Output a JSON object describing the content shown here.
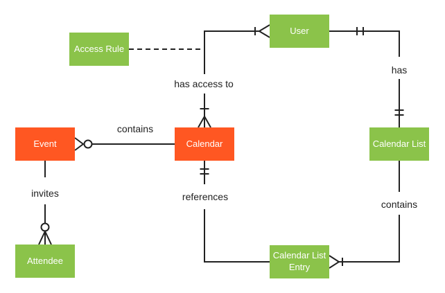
{
  "colors": {
    "entity_orange": "#FF5722",
    "entity_green": "#8BC34A",
    "entity_text": "#FFFFFF",
    "line": "#212121",
    "label_text": "#212121",
    "background": "#FFFFFF"
  },
  "entities": {
    "access_rule": {
      "label": "Access Rule",
      "color": "green"
    },
    "user": {
      "label": "User",
      "color": "green"
    },
    "event": {
      "label": "Event",
      "color": "orange"
    },
    "calendar": {
      "label": "Calendar",
      "color": "orange"
    },
    "calendar_list": {
      "label": "Calendar List",
      "color": "green"
    },
    "attendee": {
      "label": "Attendee",
      "color": "green"
    },
    "calendar_list_entry": {
      "label": "Calendar List Entry",
      "color": "green"
    }
  },
  "relationships": {
    "event_calendar": {
      "label": "contains",
      "from": "Calendar",
      "to": "Event",
      "event_end": "zero-or-many",
      "calendar_end": "none"
    },
    "user_calendar": {
      "label": "has access to",
      "from": "User",
      "to": "Calendar",
      "user_end": "one-or-many",
      "calendar_end": "one-or-many"
    },
    "access_rule_link": {
      "label": "",
      "style": "dashed",
      "from": "Access Rule",
      "attaches_to": "has access to"
    },
    "user_calendar_list": {
      "label": "has",
      "from": "User",
      "to": "Calendar List",
      "user_end": "exactly-one",
      "calendar_list_end": "exactly-one"
    },
    "calendar_list_contains": {
      "label": "contains",
      "from": "Calendar List",
      "to": "Calendar List Entry",
      "calendar_list_end": "none",
      "entry_end": "one-or-many"
    },
    "calendar_references": {
      "label": "references",
      "from": "Calendar",
      "to": "Calendar List Entry",
      "calendar_end": "exactly-one",
      "entry_end": "none"
    },
    "event_attendee": {
      "label": "invites",
      "from": "Event",
      "to": "Attendee",
      "event_end": "none",
      "attendee_end": "zero-or-many"
    }
  }
}
